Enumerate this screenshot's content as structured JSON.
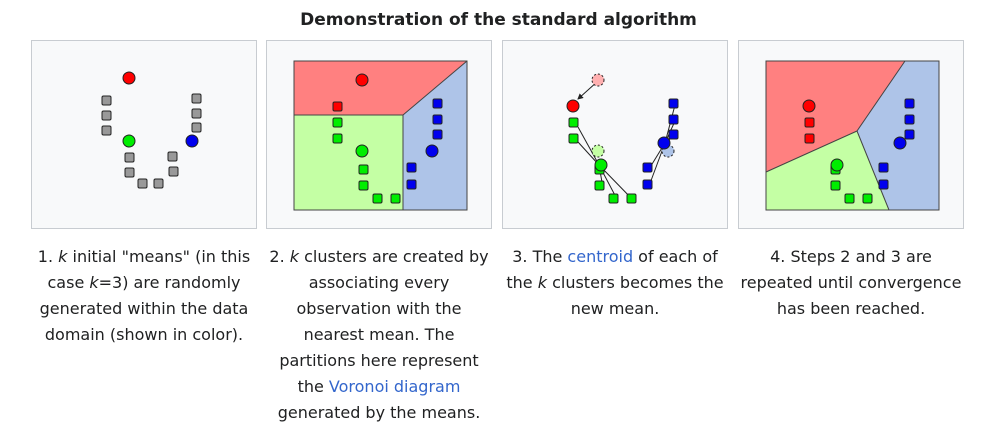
{
  "header": {
    "title": "Demonstration of the standard algorithm"
  },
  "colors": {
    "red": "#ff0000",
    "green": "#00ee00",
    "blue": "#0000ee",
    "gray": "#999999",
    "region_red": "#ff8080",
    "region_green": "#c4ffa4",
    "region_blue": "#aec4e8",
    "link": "#3366cc",
    "panel_bg": "#f8f9fa",
    "panel_border": "#c8ccd1"
  },
  "captions": [
    {
      "parts": [
        {
          "t": "1. "
        },
        {
          "t": "k",
          "i": true
        },
        {
          "t": " initial \"means\" (in this case "
        },
        {
          "t": "k",
          "i": true
        },
        {
          "t": "=3) are randomly generated within the data domain (shown in color)."
        }
      ]
    },
    {
      "parts": [
        {
          "t": "2. "
        },
        {
          "t": "k",
          "i": true
        },
        {
          "t": " clusters are created by associating every observation with the nearest mean. The partitions here represent the "
        },
        {
          "t": "Voronoi diagram",
          "link": true
        },
        {
          "t": " generated by the means."
        }
      ]
    },
    {
      "parts": [
        {
          "t": "3. The "
        },
        {
          "t": "centroid",
          "link": true
        },
        {
          "t": " of each of the "
        },
        {
          "t": "k",
          "i": true
        },
        {
          "t": " clusters becomes the new mean."
        }
      ]
    },
    {
      "parts": [
        {
          "t": "4. Steps 2 and 3 are repeated until convergence has been reached."
        }
      ]
    }
  ]
}
